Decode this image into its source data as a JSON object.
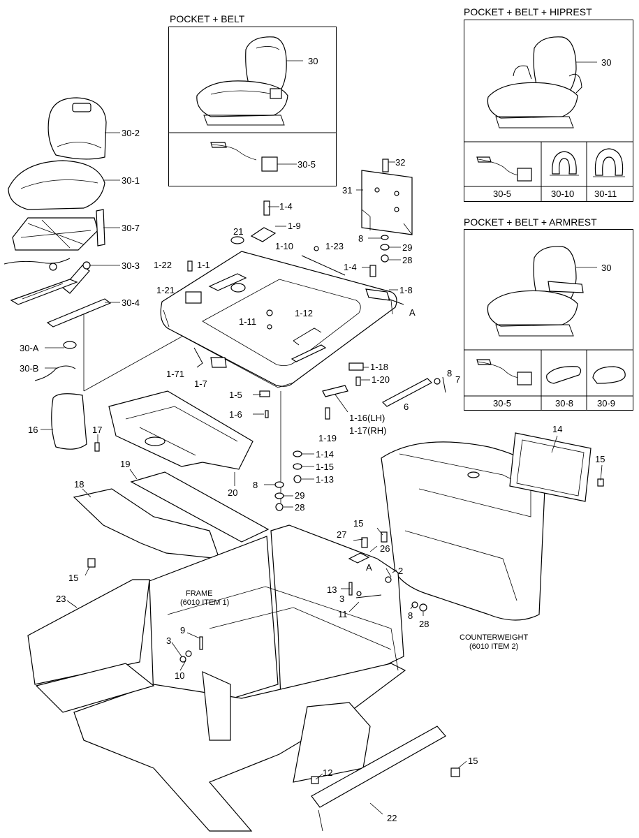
{
  "insets": {
    "pocket_belt": {
      "title": "POCKET + BELT",
      "seat": "30",
      "belt": "30-5"
    },
    "hiprest": {
      "title": "POCKET + BELT + HIPREST",
      "seat": "30",
      "cells": [
        "30-5",
        "30-10",
        "30-11"
      ]
    },
    "armrest": {
      "title": "POCKET + BELT + ARMREST",
      "seat": "30",
      "cells": [
        "30-5",
        "30-8",
        "30-9"
      ]
    }
  },
  "notes": {
    "frame": [
      "FRAME",
      "(6010 ITEM 1)"
    ],
    "counterweight": [
      "COUNTERWEIGHT",
      "(6010 ITEM 2)"
    ]
  },
  "labels": [
    "30-2",
    "30-1",
    "30-7",
    "30-3",
    "30-4",
    "30-A",
    "30-B",
    "21",
    "1-4",
    "1-9",
    "1-10",
    "1-23",
    "1-22",
    "1-1",
    "1-21",
    "1-11",
    "1-12",
    "1-4",
    "1-8",
    "A",
    "31",
    "32",
    "8",
    "29",
    "28",
    "1-71",
    "1-7",
    "1-18",
    "1-20",
    "1-5",
    "1-6",
    "1-16(LH)",
    "1-17(RH)",
    "1-19",
    "8",
    "7",
    "6",
    "16",
    "17",
    "20",
    "1-14",
    "1-15",
    "1-13",
    "8",
    "29",
    "28",
    "19",
    "18",
    "14",
    "15",
    "15",
    "27",
    "26",
    "A",
    "2",
    "13",
    "3",
    "11",
    "8",
    "28",
    "15",
    "23",
    "9",
    "3",
    "10",
    "12",
    "15",
    "22"
  ]
}
